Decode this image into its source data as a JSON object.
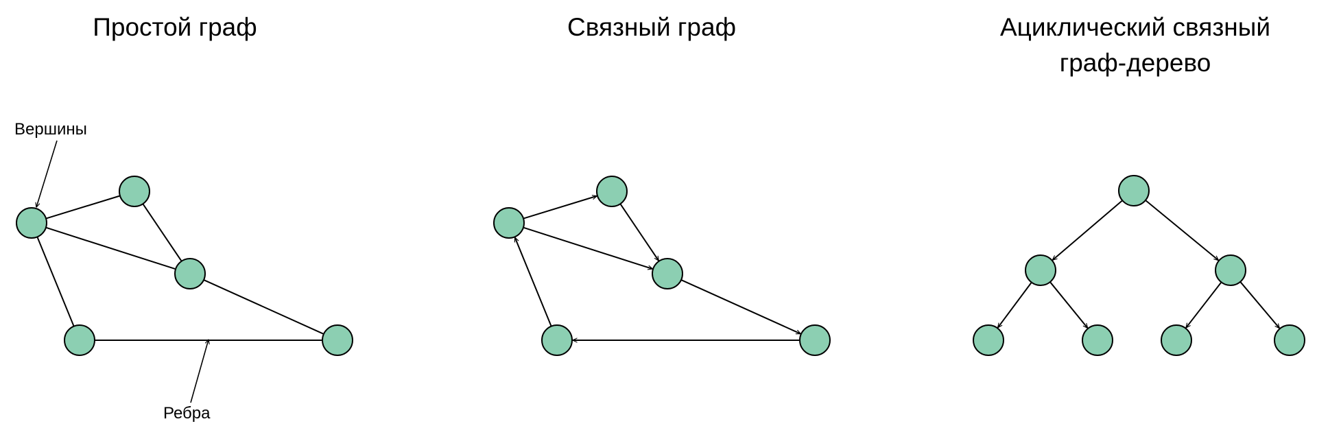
{
  "titles": {
    "simple": "Простой граф",
    "connected": "Связный граф",
    "tree_line1": "Ациклический связный",
    "tree_line2": "граф-дерево"
  },
  "annotations": {
    "vertices": "Вершины",
    "edges": "Ребра"
  },
  "colors": {
    "node_fill": "#8ccfb2",
    "stroke": "#000000",
    "background": "#ffffff"
  },
  "graphs": {
    "simple": {
      "directed": false,
      "nodes": [
        "a",
        "b",
        "c",
        "d",
        "e"
      ],
      "edges": [
        [
          "a",
          "b"
        ],
        [
          "a",
          "c"
        ],
        [
          "b",
          "c"
        ],
        [
          "a",
          "d"
        ],
        [
          "c",
          "e"
        ],
        [
          "d",
          "e"
        ]
      ]
    },
    "connected": {
      "directed": true,
      "nodes": [
        "a",
        "b",
        "c",
        "d",
        "e"
      ],
      "edges": [
        [
          "a",
          "b"
        ],
        [
          "a",
          "c"
        ],
        [
          "b",
          "c"
        ],
        [
          "c",
          "e"
        ],
        [
          "e",
          "d"
        ],
        [
          "d",
          "a"
        ]
      ]
    },
    "tree": {
      "directed": true,
      "nodes": [
        "root",
        "left",
        "right",
        "left-left",
        "left-right",
        "right-left",
        "right-right"
      ],
      "edges": [
        [
          "root",
          "left"
        ],
        [
          "root",
          "right"
        ],
        [
          "left",
          "left-left"
        ],
        [
          "left",
          "left-right"
        ],
        [
          "right",
          "right-left"
        ],
        [
          "right",
          "right-right"
        ]
      ]
    }
  }
}
